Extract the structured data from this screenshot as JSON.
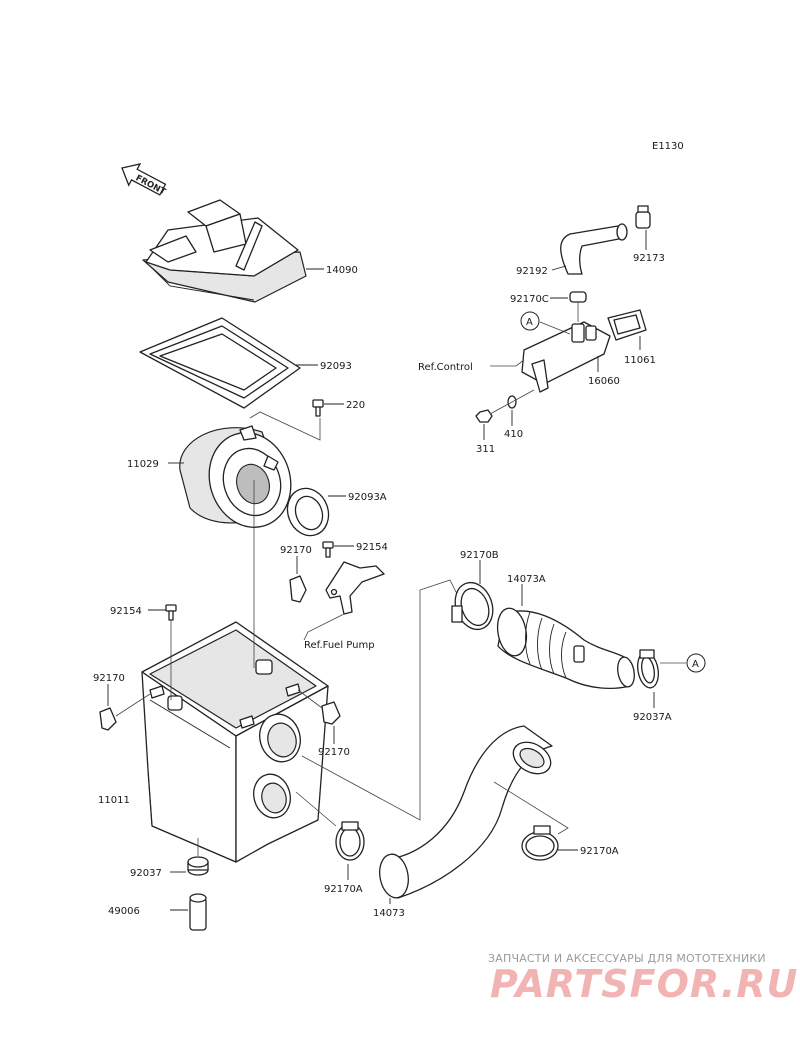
{
  "diagram": {
    "code": "E1130",
    "front_label": "FRONT",
    "callouts": [
      {
        "id": "c14090",
        "text": "14090"
      },
      {
        "id": "c92093",
        "text": "92093"
      },
      {
        "id": "c220",
        "text": "220"
      },
      {
        "id": "c11029",
        "text": "11029"
      },
      {
        "id": "c92093a",
        "text": "92093A"
      },
      {
        "id": "c92170_top",
        "text": "92170"
      },
      {
        "id": "c92154_top",
        "text": "92154"
      },
      {
        "id": "c92154_left",
        "text": "92154"
      },
      {
        "id": "c92170_left",
        "text": "92170"
      },
      {
        "id": "c92170_mid",
        "text": "92170"
      },
      {
        "id": "c11011",
        "text": "11011"
      },
      {
        "id": "c92037",
        "text": "92037"
      },
      {
        "id": "c49006",
        "text": "49006"
      },
      {
        "id": "c92170a_left",
        "text": "92170A"
      },
      {
        "id": "c14073",
        "text": "14073"
      },
      {
        "id": "c92170a_right",
        "text": "92170A"
      },
      {
        "id": "c92170b",
        "text": "92170B"
      },
      {
        "id": "c14073a",
        "text": "14073A"
      },
      {
        "id": "c92037a",
        "text": "92037A"
      },
      {
        "id": "c92192",
        "text": "92192"
      },
      {
        "id": "c92173",
        "text": "92173"
      },
      {
        "id": "c92170c",
        "text": "92170C"
      },
      {
        "id": "c11061",
        "text": "11061"
      },
      {
        "id": "c16060",
        "text": "16060"
      },
      {
        "id": "c410",
        "text": "410"
      },
      {
        "id": "c311",
        "text": "311"
      }
    ],
    "references": {
      "control": "Ref.Control",
      "fuel_pump": "Ref.Fuel Pump"
    },
    "connector_marker": "A"
  },
  "watermark": {
    "tagline": "ЗАПЧАСТИ И АКСЕССУАРЫ ДЛЯ МОТОТЕХНИКИ",
    "brand": "PARTSFOR.RU",
    "color": "#f2b3b3"
  }
}
